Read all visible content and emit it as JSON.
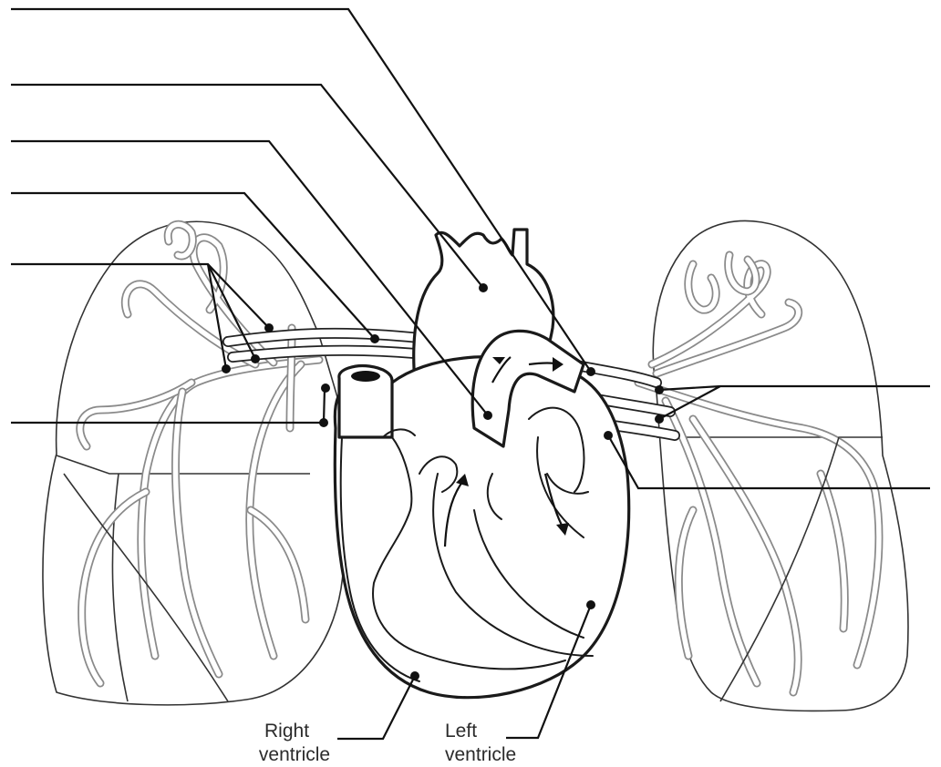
{
  "labels": {
    "right_ventricle_line1": "Right",
    "right_ventricle_line2": "ventricle",
    "left_ventricle_line1": "Left",
    "left_ventricle_line2": "ventricle"
  },
  "blank_label_count": 8
}
